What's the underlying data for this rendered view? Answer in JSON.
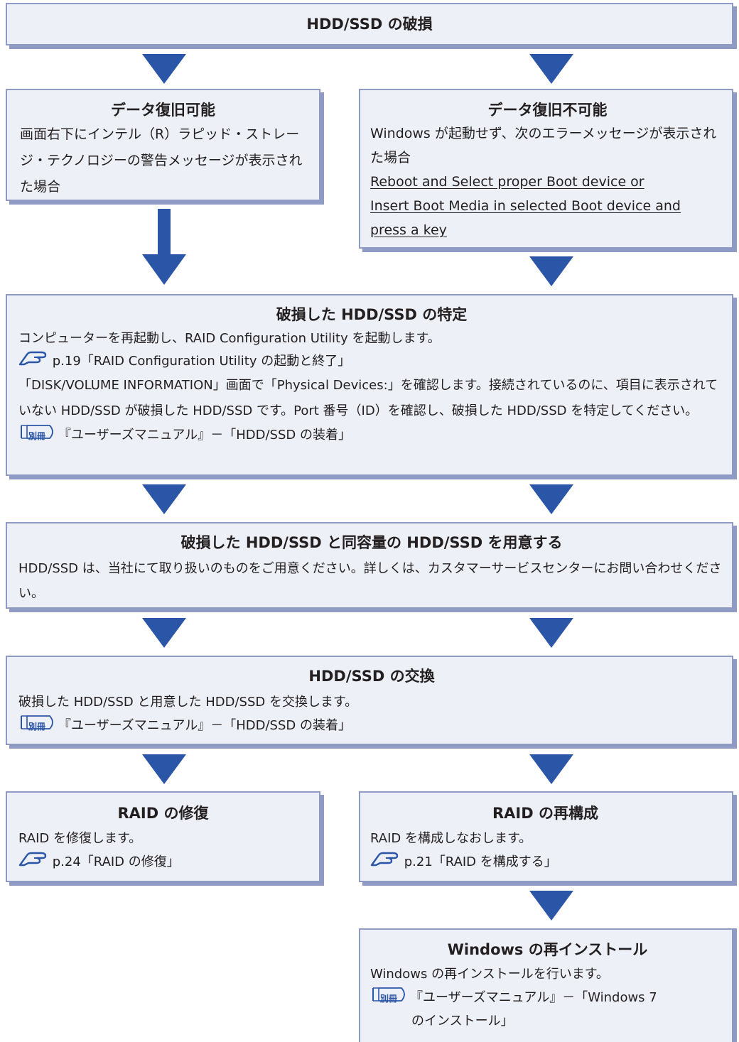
{
  "top": {
    "title": "HDD/SSD の破損"
  },
  "recoverable": {
    "title": "データ復旧可能",
    "text": "画面右下にインテル（R）ラピッド・ストレージ・テクノロジーの警告メッセージが表示された場合"
  },
  "unrecoverable": {
    "title": "データ復旧不可能",
    "text": "Windows が起動せず、次のエラーメッセージが表示された場合",
    "message_lines": [
      "Reboot and Select proper Boot device or",
      "Insert Boot Media in selected Boot device and",
      "press a key"
    ]
  },
  "identify": {
    "title": "破損した HDD/SSD の特定",
    "line1": "コンピューターを再起動し、RAID Configuration Utility を起動します。",
    "ref1": "p.19「RAID Configuration Utility の起動と終了」",
    "text2": "「DISK/VOLUME INFORMATION」画面で「Physical Devices:」を確認します。接続されているのに、項目に表示されていない HDD/SSD が破損した HDD/SSD です。Port 番号（ID）を確認し、破損した HDD/SSD を特定してください。",
    "ref2_badge": "別冊",
    "ref2": "『ユーザーズマニュアル』－「HDD/SSD の装着」"
  },
  "prepare": {
    "title": "破損した HDD/SSD と同容量の HDD/SSD を用意する",
    "text": "HDD/SSD は、当社にて取り扱いのものをご用意ください。詳しくは、カスタマーサービスセンターにお問い合わせください。"
  },
  "exchange": {
    "title": "HDD/SSD の交換",
    "text": "破損した HDD/SSD と用意した HDD/SSD を交換します。",
    "ref_badge": "別冊",
    "ref": "『ユーザーズマニュアル』－「HDD/SSD の装着」"
  },
  "repair": {
    "title": "RAID の修復",
    "text": "RAID を修復します。",
    "ref": "p.24「RAID の修復」"
  },
  "rebuild": {
    "title": "RAID の再構成",
    "text": "RAID を構成しなおします。",
    "ref": "p.21「RAID を構成する」"
  },
  "reinstall": {
    "title": "Windows の再インストール",
    "text": "Windows の再インストールを行います。",
    "ref_badge": "別冊",
    "ref_line1": "『ユーザーズマニュアル』－「Windows 7",
    "ref_line2": "のインストール」"
  },
  "colors": {
    "arrow": "#2b56a7",
    "box_fill": "#eef0f8",
    "box_border": "#8f9bc4"
  }
}
